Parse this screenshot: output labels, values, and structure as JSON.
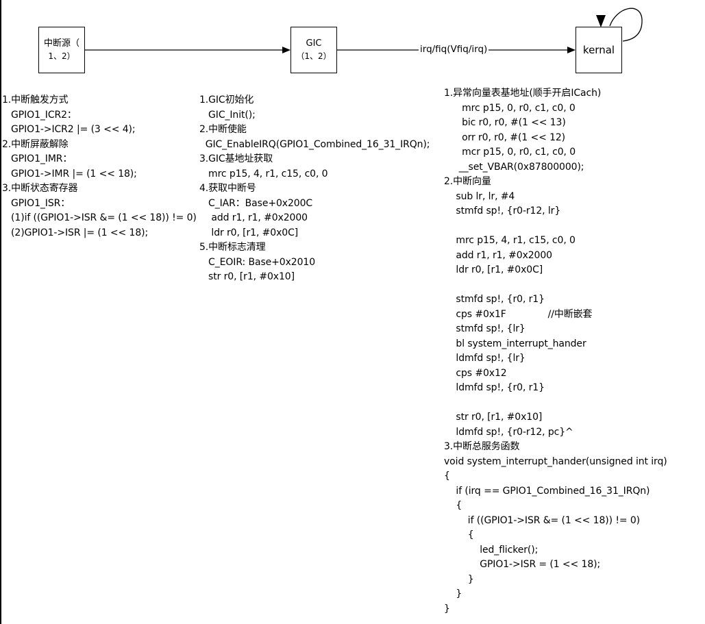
{
  "nodes": {
    "source": {
      "line1": "中断源（",
      "line2": "1、2）"
    },
    "gic": {
      "line1": "GIC",
      "line2": "（1、2）"
    },
    "kernal": {
      "label": "kernal"
    }
  },
  "connector_label": "irq/fiq(Vfiq/irq)",
  "left_column": [
    "1.中断触发方式",
    "   GPIO1_ICR2：",
    "   GPIO1->ICR2 |= (3 << 4);",
    "2.中断屏蔽解除",
    "   GPIO1_IMR：",
    "   GPIO1->IMR |= (1 << 18);",
    "3.中断状态寄存器",
    "   GPIO1_ISR：",
    "   (1)if ((GPIO1->ISR &= (1 << 18)) != 0)",
    "   (2)GPIO1->ISR |= (1 << 18);"
  ],
  "middle_column": [
    "1.GIC初始化",
    "   GIC_Init();",
    "2.中断使能",
    "  GIC_EnableIRQ(GPIO1_Combined_16_31_IRQn);",
    "3.GIC基地址获取",
    "   mrc p15, 4, r1, c15, c0, 0",
    "4.获取中断号",
    "   C_IAR：Base+0x200C",
    "    add r1, r1, #0x2000",
    "    ldr r0, [r1, #0x0C]",
    "5.中断标志清理",
    "   C_EOIR: Base+0x2010",
    "   str r0, [r1, #0x10]"
  ],
  "right_column": [
    "1.异常向量表基地址(顺手开启ICach)",
    "      mrc p15, 0, r0, c1, c0, 0",
    "      bic r0, r0, #(1 << 13)",
    "      orr r0, r0, #(1 << 12)",
    "      mcr p15, 0, r0, c1, c0, 0",
    "     __set_VBAR(0x87800000);",
    "2.中断向量",
    "    sub lr, lr, #4",
    "    stmfd sp!, {r0-r12, lr}",
    "",
    "    mrc p15, 4, r1, c15, c0, 0",
    "    add r1, r1, #0x2000",
    "    ldr r0, [r1, #0x0C]",
    "",
    "    stmfd sp!, {r0, r1}",
    "    cps #0x1F              //中断嵌套",
    "    stmfd sp!, {lr}",
    "    bl system_interrupt_hander",
    "    ldmfd sp!, {lr}",
    "    cps #0x12",
    "    ldmfd sp!, {r0, r1}",
    "",
    "    str r0, [r1, #0x10]",
    "    ldmfd sp!, {r0-r12, pc}^",
    "3.中断总服务函数",
    "void system_interrupt_hander(unsigned int irq)",
    "{",
    "    if (irq == GPIO1_Combined_16_31_IRQn)",
    "    {",
    "        if ((GPIO1->ISR &= (1 << 18)) != 0)",
    "        {",
    "            led_flicker();",
    "            GPIO1->ISR = (1 << 18);",
    "        }",
    "    }",
    "}"
  ]
}
